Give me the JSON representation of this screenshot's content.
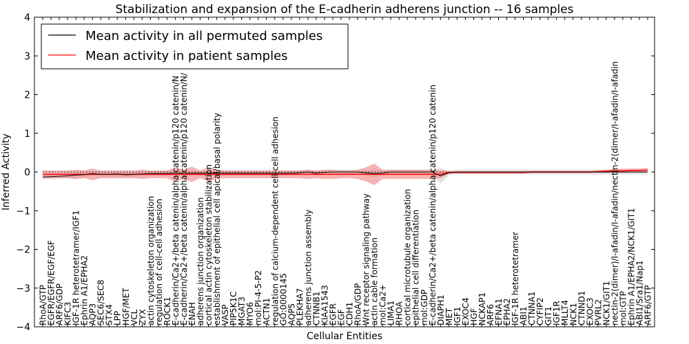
{
  "chart_data": {
    "type": "line",
    "title": "Stabilization and expansion of the E-cadherin adherens junction -- 16 samples",
    "xlabel": "Cellular Entities",
    "ylabel": "Inferred Activity",
    "ylim": [
      -4,
      4
    ],
    "yticks": [
      -4,
      -3,
      -2,
      -1,
      0,
      1,
      2,
      3,
      4
    ],
    "reference_line": {
      "y": 0,
      "style": "dotted",
      "color": "#000000"
    },
    "legend": {
      "placement": "top-left"
    },
    "categories": [
      "RhoA/GTP",
      "EGFR/EGFR/EGF/EGF",
      "ARF6/GDP",
      "KIFC3",
      "IGF-1R heterotetramer/IGF1",
      "Ephrin A1/EPHA2",
      "AQP3",
      "SEC6/SEC8",
      "STX4",
      "LPP",
      "HGF/MET",
      "VCL",
      "ZYX",
      "actin cytoskeleton organization",
      "regulation of cell-cell adhesion",
      "ROCK1",
      "E-cadherin/Ca2+/beta catenin/alpha catenin/p120 catenin/N",
      "E-cadherin/Ca2+/beta catenin/alpha catenin/p120 catenin/N/",
      "ENAH",
      "adherens junction organization",
      "cortical actin cytoskeleton stabilization",
      "establishment of epithelial cell apical/basal polarity",
      "VASP",
      "PIP5K1C",
      "MGAT3",
      "MYO6",
      "mol:PI-4-5-P2",
      "ACTN1",
      "regulation of calcium-dependent cell-cell adhesion",
      "GO:0000145",
      "AQP5",
      "PLEKHA7",
      "adherens junction assembly",
      "CTNNB1",
      "KIAA1543",
      "EGFR",
      "EGF",
      "CDH1",
      "RhoA/GDP",
      "Wnt receptor signaling pathway",
      "actin cable formation",
      "mol:Ca2+",
      "LIMA1",
      "RHOA",
      "cortical microtubule organization",
      "epithelial cell differentiation",
      "mol:GDP",
      "E-cadherin/Ca2+/beta catenin/alpha catenin/p120 catenin",
      "DIAPH1",
      "MET",
      "IGF1",
      "EXOC4",
      "HGF",
      "NCKAP1",
      "ARF6",
      "EFNA1",
      "EPHA2",
      "IGF-1R heterotetramer",
      "ABI1",
      "CTNNA1",
      "CYFIP2",
      "GIT1",
      "IGF1R",
      "MLLT4",
      "NCK1",
      "CTNND1",
      "EXOC3",
      "PVRL2",
      "NCK1/GIT1",
      "nectin-2(dimer)/I-afadin/I-afadin/nectin-2(dimer/I-afadin/I-afadin",
      "mol:GTP",
      "Ephrin A1/EPHA2/NCK1/GIT1",
      "ABI1/Sra1/Nap1",
      "ARF6/GTP"
    ],
    "series": [
      {
        "name": "Mean activity in all permuted samples",
        "color": "#000000",
        "band_color": "#c8c8c8",
        "values": [
          -0.13,
          -0.12,
          -0.11,
          -0.1,
          -0.08,
          -0.07,
          -0.04,
          -0.06,
          -0.06,
          -0.05,
          -0.07,
          -0.06,
          -0.05,
          -0.04,
          -0.04,
          -0.04,
          -0.03,
          -0.03,
          -0.03,
          -0.03,
          -0.03,
          -0.03,
          -0.03,
          -0.03,
          -0.03,
          -0.03,
          -0.03,
          -0.03,
          -0.03,
          -0.03,
          -0.03,
          -0.02,
          0.0,
          -0.03,
          -0.01,
          0.0,
          0.0,
          0.0,
          0.0,
          -0.02,
          -0.04,
          -0.03,
          0.0,
          0.0,
          0.0,
          0.0,
          0.0,
          0.0,
          -0.1,
          -0.02,
          0.0,
          0.0,
          0.0,
          0.0,
          0.0,
          0.0,
          0.0,
          0.0,
          0.0,
          0.0,
          0.0,
          0.0,
          0.0,
          0.0,
          0.0,
          0.0,
          0.0,
          0.0,
          0.0,
          0.0,
          0.0,
          0.0,
          0.0,
          0.0
        ],
        "spread": [
          0.06,
          0.06,
          0.06,
          0.06,
          0.1,
          0.06,
          0.06,
          0.06,
          0.06,
          0.06,
          0.06,
          0.06,
          0.06,
          0.06,
          0.06,
          0.06,
          0.06,
          0.06,
          0.06,
          0.06,
          0.06,
          0.06,
          0.06,
          0.06,
          0.06,
          0.06,
          0.06,
          0.06,
          0.06,
          0.06,
          0.06,
          0.06,
          0.06,
          0.06,
          0.06,
          0.06,
          0.06,
          0.06,
          0.06,
          0.06,
          0.1,
          0.06,
          0.06,
          0.06,
          0.06,
          0.06,
          0.06,
          0.06,
          0.2,
          0.06,
          0.06,
          0.06,
          0.06,
          0.06,
          0.06,
          0.06,
          0.06,
          0.06,
          0.06,
          0.06,
          0.06,
          0.06,
          0.06,
          0.06,
          0.06,
          0.06,
          0.06,
          0.06,
          0.06,
          0.06,
          0.06,
          0.06,
          0.06,
          0.06
        ]
      },
      {
        "name": "Mean activity in patient samples",
        "color": "#ff0000",
        "band_color": "#f08080",
        "values": [
          -0.06,
          -0.06,
          -0.06,
          -0.06,
          -0.06,
          -0.06,
          -0.06,
          -0.06,
          -0.06,
          -0.06,
          -0.06,
          -0.06,
          -0.06,
          -0.06,
          -0.06,
          -0.06,
          -0.06,
          -0.06,
          -0.06,
          -0.06,
          -0.06,
          -0.06,
          -0.06,
          -0.06,
          -0.06,
          -0.06,
          -0.06,
          -0.06,
          -0.06,
          -0.06,
          -0.06,
          -0.06,
          -0.06,
          -0.06,
          -0.06,
          -0.06,
          -0.06,
          -0.06,
          -0.06,
          -0.06,
          -0.06,
          -0.06,
          -0.06,
          -0.06,
          -0.06,
          -0.06,
          -0.06,
          -0.06,
          -0.06,
          -0.01,
          -0.01,
          -0.01,
          -0.01,
          -0.01,
          -0.01,
          -0.01,
          -0.01,
          -0.01,
          -0.01,
          0.0,
          0.0,
          0.0,
          0.0,
          0.0,
          0.0,
          0.0,
          0.0,
          0.01,
          0.02,
          0.03,
          0.03,
          0.04,
          0.04,
          0.05
        ],
        "spread": [
          0.1,
          0.1,
          0.1,
          0.1,
          0.12,
          0.1,
          0.15,
          0.1,
          0.1,
          0.1,
          0.1,
          0.1,
          0.12,
          0.1,
          0.1,
          0.1,
          0.18,
          0.12,
          0.2,
          0.1,
          0.18,
          0.12,
          0.1,
          0.1,
          0.1,
          0.1,
          0.1,
          0.1,
          0.1,
          0.1,
          0.1,
          0.1,
          0.12,
          0.1,
          0.12,
          0.12,
          0.1,
          0.1,
          0.12,
          0.18,
          0.28,
          0.12,
          0.12,
          0.12,
          0.12,
          0.12,
          0.12,
          0.12,
          0.1,
          0.03,
          0.03,
          0.03,
          0.03,
          0.03,
          0.03,
          0.03,
          0.03,
          0.03,
          0.03,
          0.03,
          0.03,
          0.03,
          0.03,
          0.03,
          0.03,
          0.03,
          0.03,
          0.03,
          0.04,
          0.05,
          0.05,
          0.05,
          0.05,
          0.06
        ]
      }
    ]
  }
}
